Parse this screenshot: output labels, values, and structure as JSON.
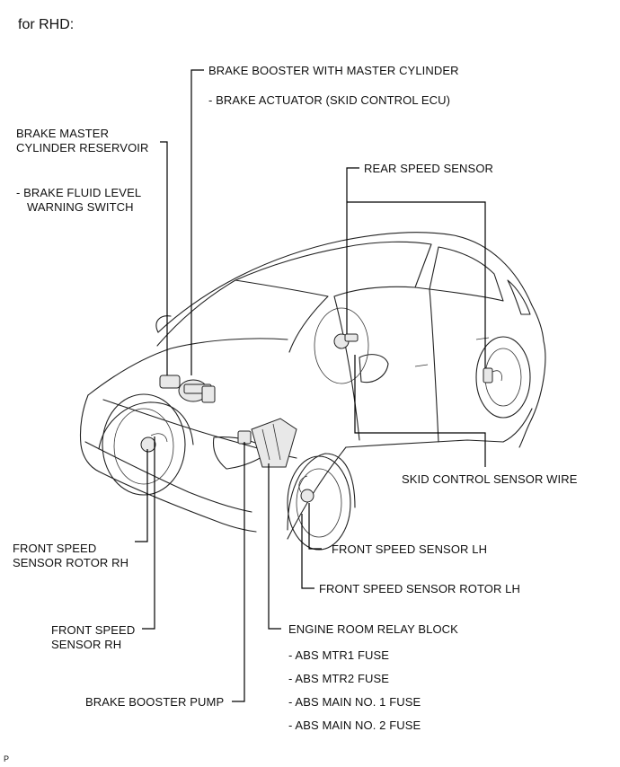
{
  "header": {
    "title": "for RHD:"
  },
  "labels": {
    "booster_master": "BRAKE BOOSTER WITH MASTER CYLINDER",
    "brake_actuator": "- BRAKE ACTUATOR (SKID CONTROL ECU)",
    "reservoir_line1": "BRAKE MASTER",
    "reservoir_line2": "CYLINDER RESERVOIR",
    "fluid_line1": "-  BRAKE FLUID LEVEL",
    "fluid_line2": "WARNING SWITCH",
    "rear_speed_sensor": "REAR SPEED SENSOR",
    "skid_wire": "SKID CONTROL SENSOR WIRE",
    "front_rotor_rh_line1": "FRONT SPEED",
    "front_rotor_rh_line2": "SENSOR ROTOR RH",
    "front_sensor_lh": "FRONT SPEED SENSOR LH",
    "front_rotor_lh": "FRONT SPEED SENSOR ROTOR LH",
    "front_sensor_rh_line1": "FRONT SPEED",
    "front_sensor_rh_line2": "SENSOR RH",
    "relay_block": "ENGINE ROOM RELAY BLOCK",
    "abs_mtr1": "- ABS MTR1 FUSE",
    "abs_mtr2": "- ABS MTR2 FUSE",
    "abs_main1": "- ABS MAIN NO. 1 FUSE",
    "abs_main2": "- ABS MAIN NO. 2 FUSE",
    "booster_pump": "BRAKE BOOSTER PUMP"
  },
  "footer": {
    "mark": "P"
  }
}
